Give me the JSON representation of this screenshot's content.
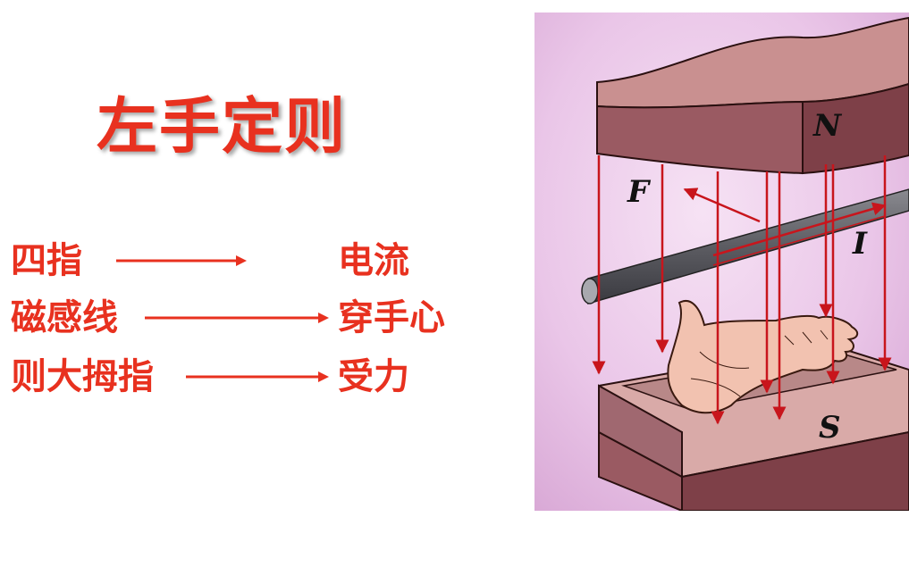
{
  "slide": {
    "title": "左手定则",
    "rules": [
      {
        "left": "四指",
        "right": "电流"
      },
      {
        "left": "磁感线",
        "right": "穿手心"
      },
      {
        "left": "则大拇指",
        "right": "受力"
      }
    ]
  },
  "figure": {
    "label_n": "N",
    "label_s": "S",
    "label_f": "F",
    "label_i": "I"
  },
  "colors": {
    "title": "#e8311f",
    "magnet": "#a0606a",
    "field_line": "#c8151c",
    "background": "#ecc6ea"
  }
}
